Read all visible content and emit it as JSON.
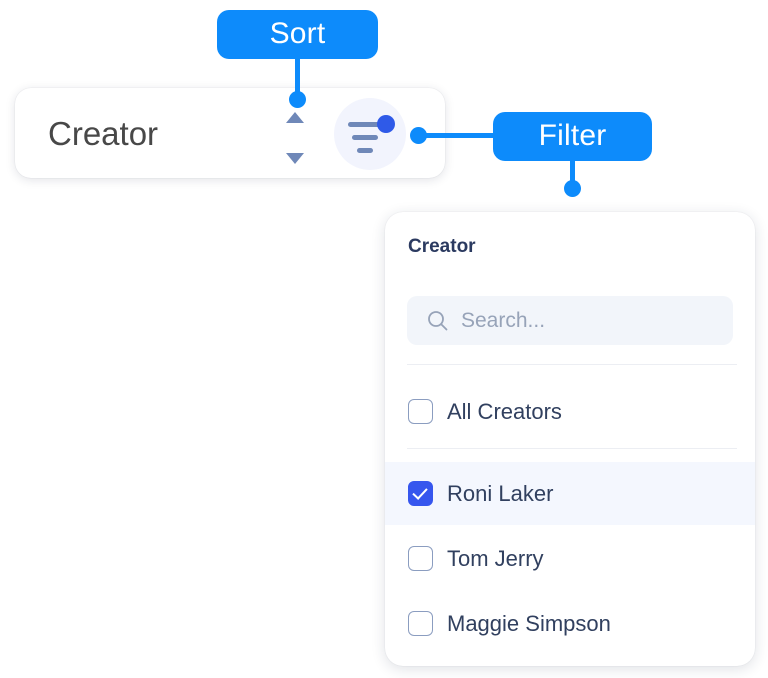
{
  "callouts": {
    "sort": {
      "label": "Sort",
      "icon": "callout-pill"
    },
    "filter": {
      "label": "Filter",
      "icon": "callout-pill"
    }
  },
  "header_card": {
    "column_title": "Creator",
    "sort_control": {
      "icon_up": "triangle-up-icon",
      "icon_down": "triangle-down-icon"
    },
    "filter_button": {
      "icon": "filter-lines-icon",
      "badge": "active-filter-dot",
      "active": true
    }
  },
  "filter_panel": {
    "title": "Creator",
    "search": {
      "icon": "search-icon",
      "value": "",
      "placeholder": "Search..."
    },
    "options": [
      {
        "label": "All Creators",
        "checked": false,
        "highlighted": false
      },
      {
        "label": "Roni Laker",
        "checked": true,
        "highlighted": true
      },
      {
        "label": "Tom Jerry",
        "checked": false,
        "highlighted": false
      },
      {
        "label": "Maggie Simpson",
        "checked": false,
        "highlighted": false
      }
    ]
  },
  "colors": {
    "callout_blue": "#0d8bfb",
    "checkbox_blue": "#3656ee",
    "badge_blue": "#2f5ae8",
    "icon_slate": "#6f88b8",
    "panel_title": "#2b3a60",
    "option_text": "#31405f",
    "placeholder": "#97a3b8",
    "row_highlight": "#f4f7fe",
    "search_bg": "#f2f5fa",
    "filter_btn_bg": "#f2f4fd",
    "column_title": "#484848"
  }
}
